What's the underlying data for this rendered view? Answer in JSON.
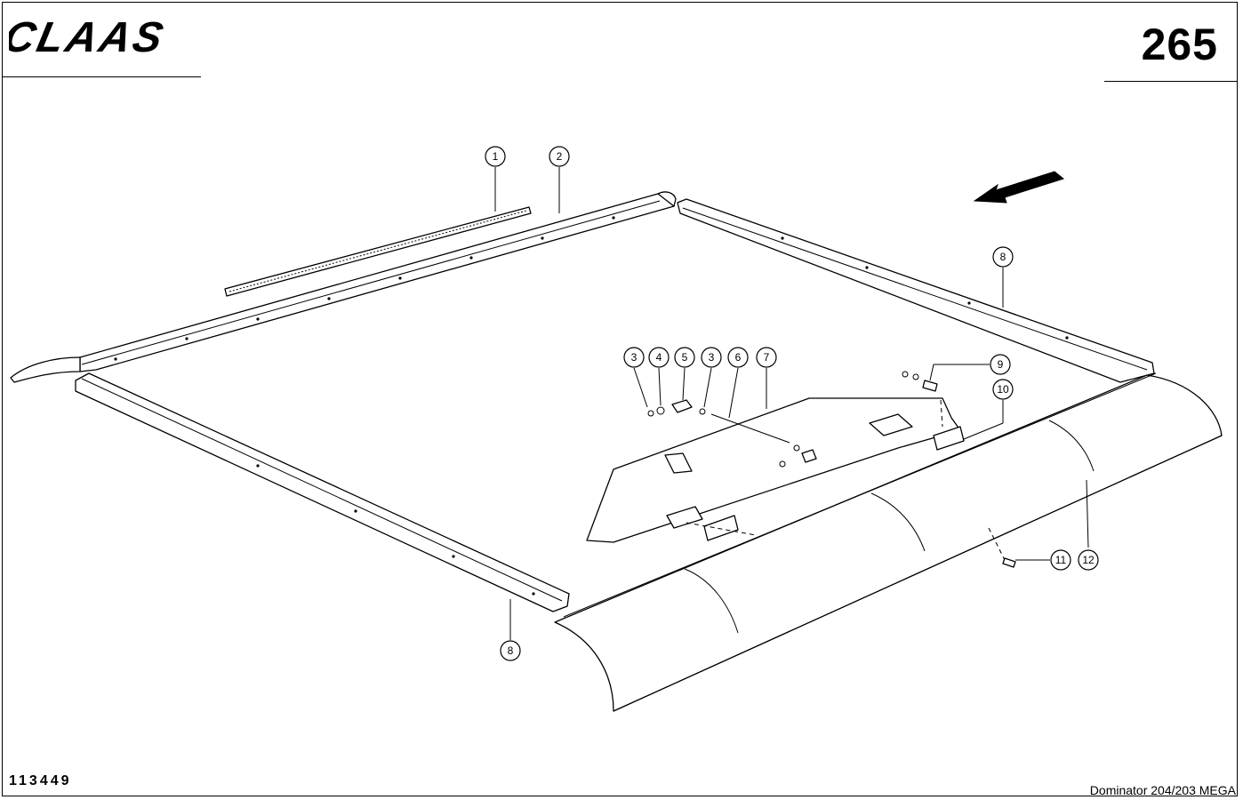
{
  "brand": "CLAAS",
  "page_number": "265",
  "drawing_number": "113449",
  "model": "Dominator 204/203 MEGA",
  "callouts": [
    "1",
    "2",
    "3",
    "4",
    "5",
    "3",
    "6",
    "7",
    "8",
    "8",
    "9",
    "10",
    "11",
    "12"
  ]
}
